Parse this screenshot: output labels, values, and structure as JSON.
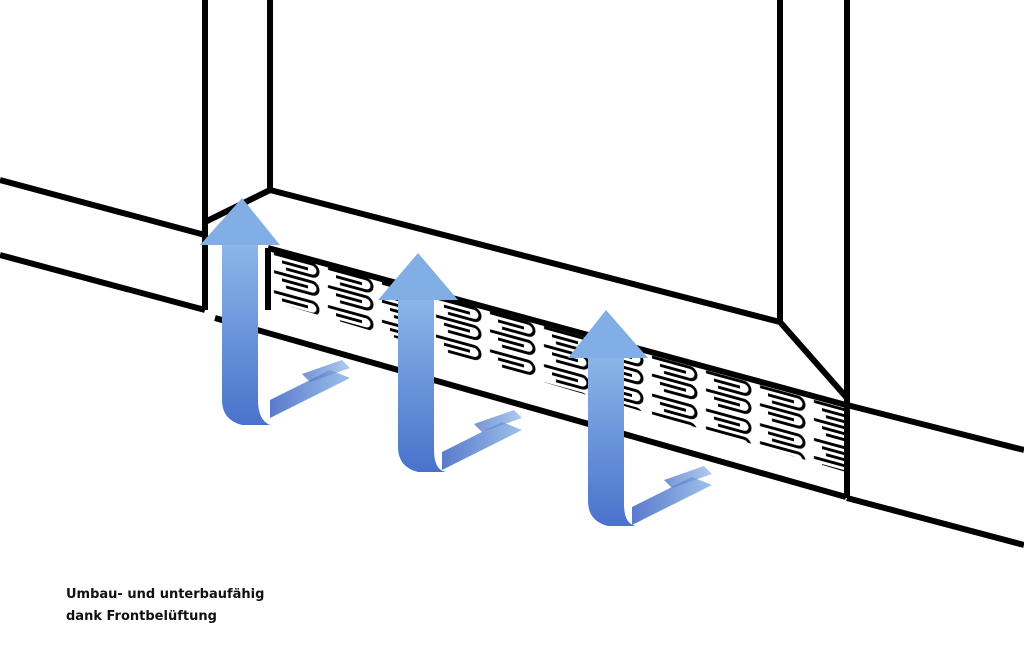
{
  "caption": {
    "line1": "Umbau- und unterbaufähig",
    "line2": "dank Frontbelüftung"
  },
  "illustration": {
    "subject": "cabinet-front-plinth-ventilation-grille",
    "arrow_count": 3,
    "colors": {
      "outline": "#000000",
      "background": "#ffffff",
      "arrow_light": "#8bb6e8",
      "arrow_mid": "#6b9be0",
      "arrow_dark": "#3d63c2"
    }
  }
}
